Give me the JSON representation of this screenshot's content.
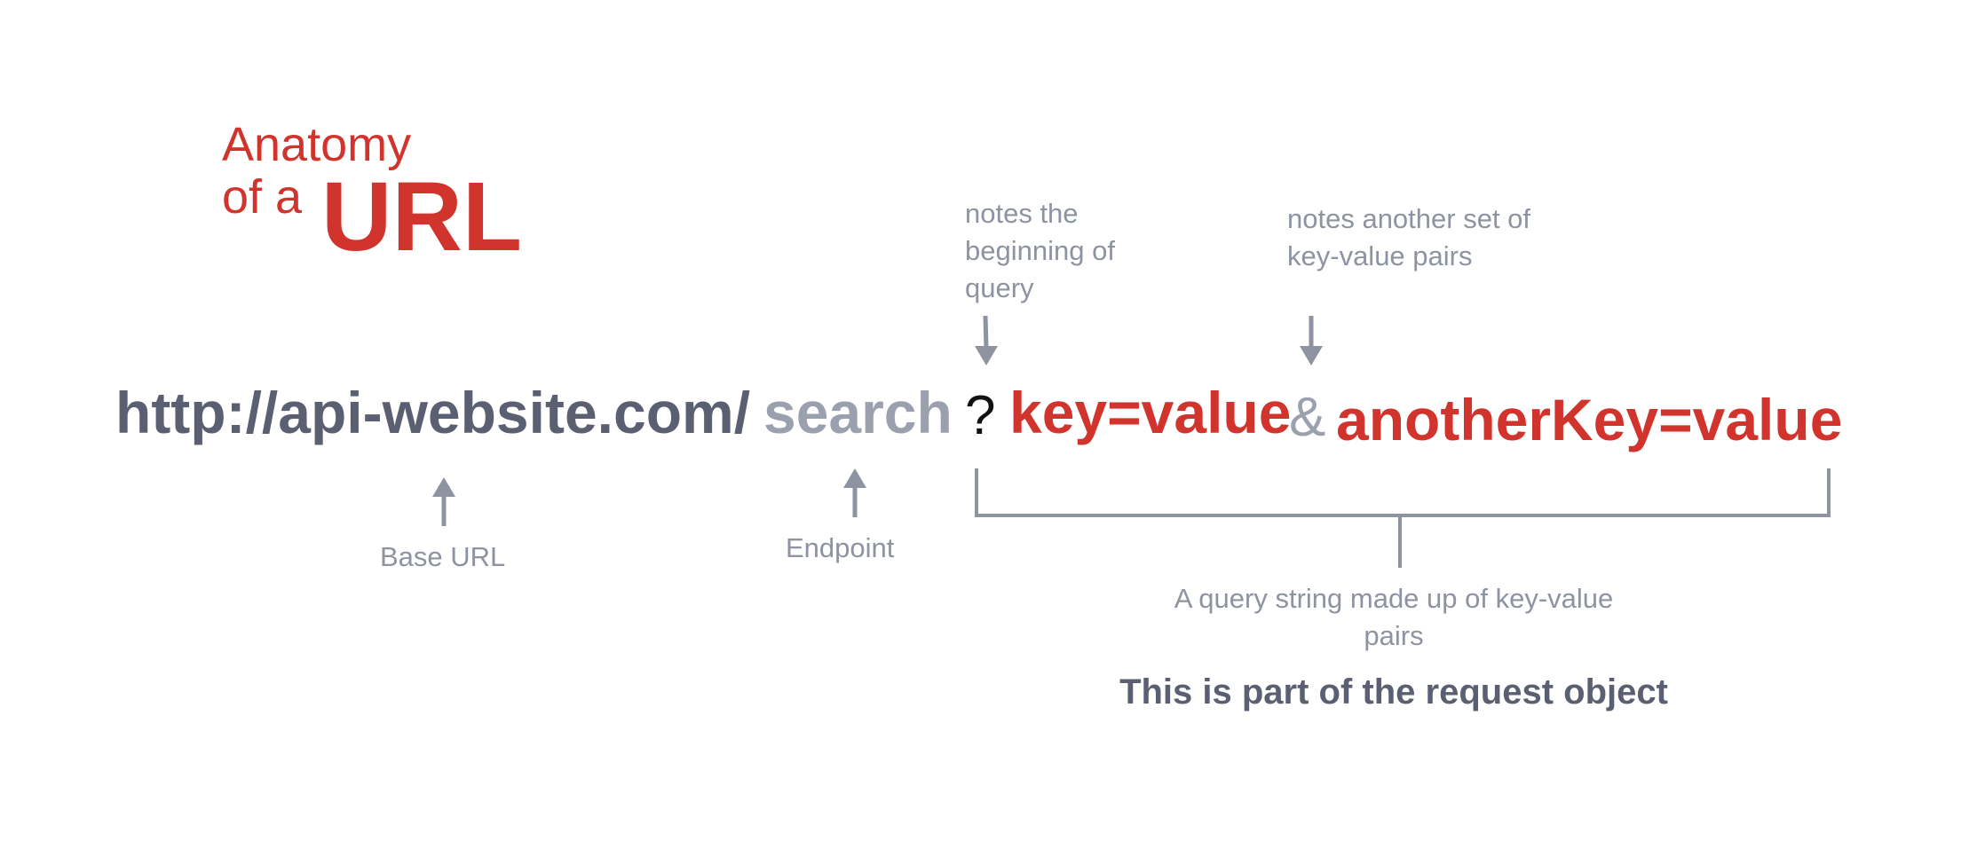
{
  "title": {
    "line1": "Anatomy",
    "line2": "of a",
    "emphasis": "URL"
  },
  "url_parts": {
    "base_url": "http://api-website.com/",
    "endpoint": "search",
    "query_start": "?",
    "pair1": "key=value",
    "separator": "&",
    "pair2": "anotherKey=value"
  },
  "annotations": {
    "query_start_note": "notes the beginning of query",
    "another_pair_note": "notes another set of key-value pairs",
    "base_url_label": "Base URL",
    "endpoint_label": "Endpoint",
    "query_string_desc": "A query string made up of  key-value pairs",
    "request_object_note": "This is part of the request object"
  },
  "colors": {
    "accent_red": "#d0342c",
    "dark_gray": "#5a6072",
    "light_gray": "#9aa0ad",
    "annotation_gray": "#8d93a0"
  }
}
